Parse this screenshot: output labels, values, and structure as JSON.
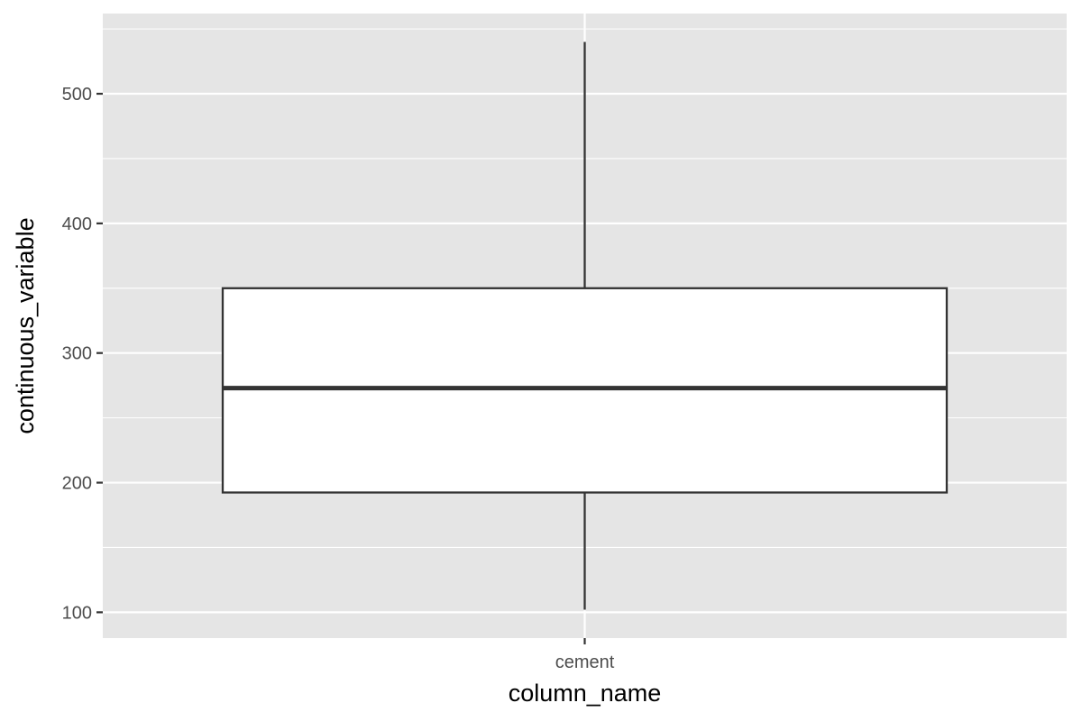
{
  "chart_data": {
    "type": "boxplot",
    "title": "",
    "xlabel": "column_name",
    "ylabel": "continuous_variable",
    "categories": [
      "cement"
    ],
    "boxes": [
      {
        "category": "cement",
        "whisker_low": 102,
        "q1": 192.4,
        "median": 272.9,
        "q3": 350,
        "whisker_high": 540
      }
    ],
    "y_ticks": [
      100,
      200,
      300,
      400,
      500
    ],
    "ylim": [
      80.1,
      561.9
    ],
    "grid": true,
    "legend": "none",
    "colors": {
      "panel_background": "#E5E5E5",
      "grid_line": "#FFFFFF",
      "box_fill": "#FFFFFF",
      "box_line": "#333333",
      "tick_text": "#4D4D4D",
      "tick_mark": "#333333"
    }
  }
}
